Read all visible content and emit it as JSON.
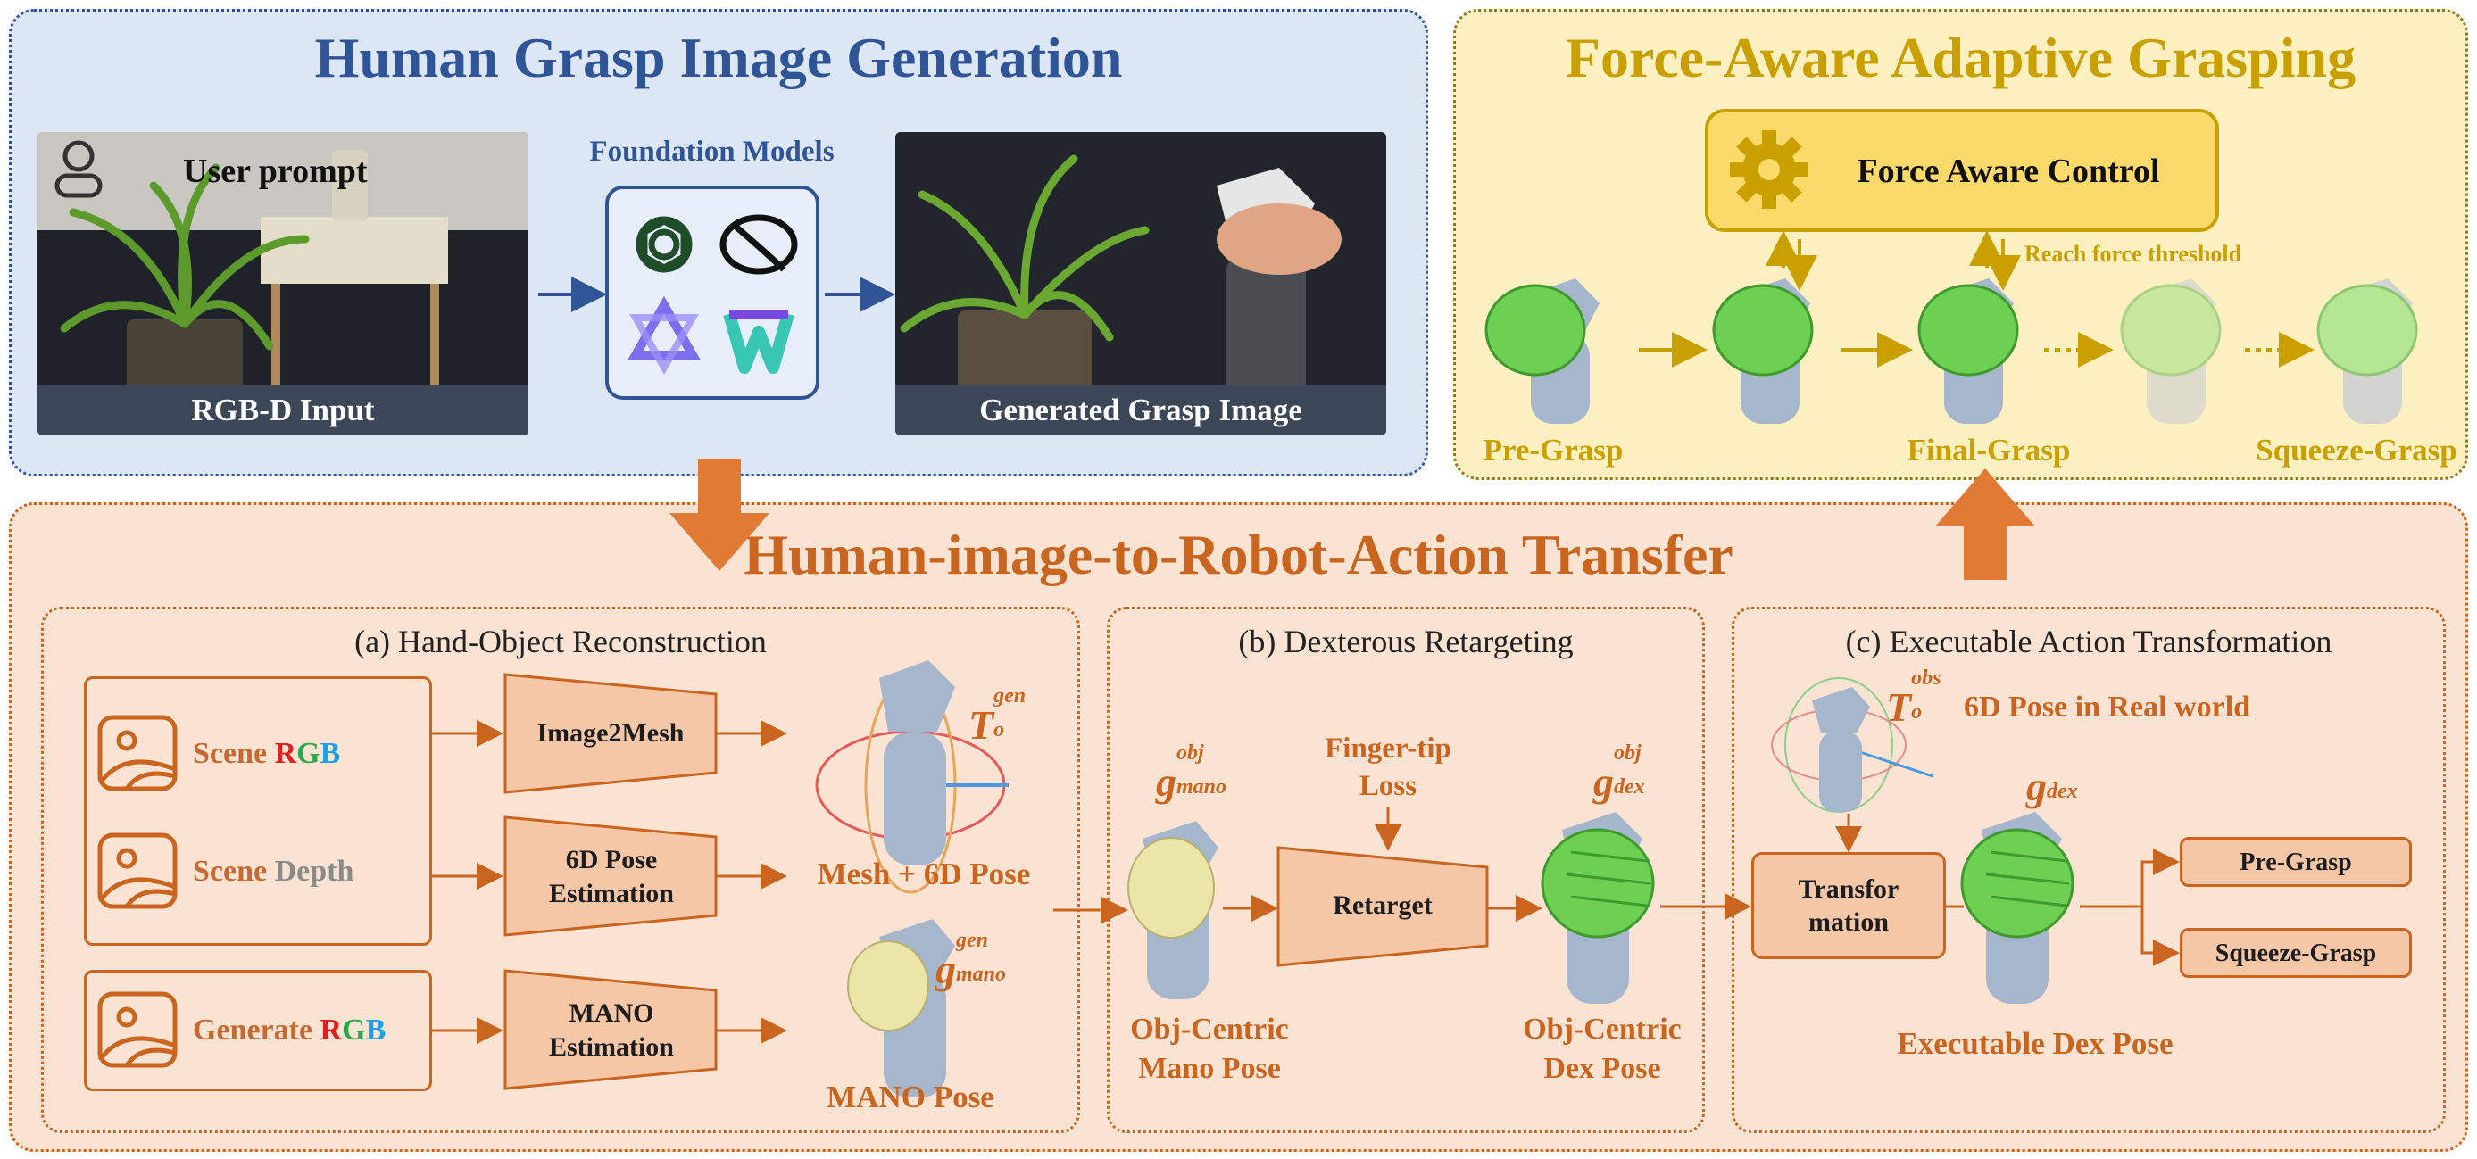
{
  "top_left": {
    "title": "Human Grasp Image Generation",
    "user_prompt": "User prompt",
    "rgbd_caption": "RGB-D Input",
    "foundation_title": "Foundation Models",
    "generated_caption": "Generated Grasp Image"
  },
  "top_right": {
    "title": "Force-Aware Adaptive Grasping",
    "control_label": "Force Aware Control",
    "threshold_label": "Reach force threshold",
    "stage_labels": [
      "Pre-Grasp",
      "Final-Grasp",
      "Squeeze-Grasp"
    ]
  },
  "bottom": {
    "title": "Human-image-to-Robot-Action Transfer",
    "section_a": {
      "title": "(a) Hand-Object Reconstruction",
      "inputs": {
        "scene_rgb": {
          "prefix": "Scene ",
          "r": "R",
          "g": "G",
          "b": "B"
        },
        "scene_depth": {
          "prefix": "Scene ",
          "depth": "Depth"
        },
        "generate_rgb": {
          "prefix": "Generate ",
          "r": "R",
          "g": "G",
          "b": "B"
        }
      },
      "modules": [
        "Image2Mesh",
        "6D Pose Estimation",
        "MANO Estimation"
      ],
      "math_t_gen": {
        "base": "T",
        "sup": "gen",
        "sub": "o"
      },
      "math_g_mano_gen": {
        "base": "g",
        "sup": "gen",
        "sub": "mano"
      },
      "output_mesh": "Mesh + 6D Pose",
      "output_mano": "MANO Pose"
    },
    "section_b": {
      "title": "(b) Dexterous Retargeting",
      "math_g_mano_obj": {
        "base": "g",
        "sup": "obj",
        "sub": "mano"
      },
      "math_g_dex_obj": {
        "base": "g",
        "sup": "obj",
        "sub": "dex"
      },
      "loss_label": "Finger-tip Loss",
      "retarget_label": "Retarget",
      "left_caption": "Obj-Centric Mano Pose",
      "right_caption": "Obj-Centric Dex Pose"
    },
    "section_c": {
      "title": "(c) Executable Action Transformation",
      "math_t_obs": {
        "base": "T",
        "sup": "obs",
        "sub": "o"
      },
      "pose_label": "6D Pose in Real world",
      "math_g_dex": {
        "base": "g",
        "sub": "dex"
      },
      "transform_label": "Transfor mation",
      "outputs": [
        "Pre-Grasp",
        "Squeeze-Grasp"
      ],
      "caption": "Executable Dex Pose"
    }
  },
  "colors": {
    "blue_title": "#2f5597",
    "gold_title": "#c9a000",
    "orange_title": "#c9651f",
    "blue_panel": "#dce6f4",
    "gold_panel": "#fcefc0",
    "orange_panel": "#fbe3d3"
  }
}
